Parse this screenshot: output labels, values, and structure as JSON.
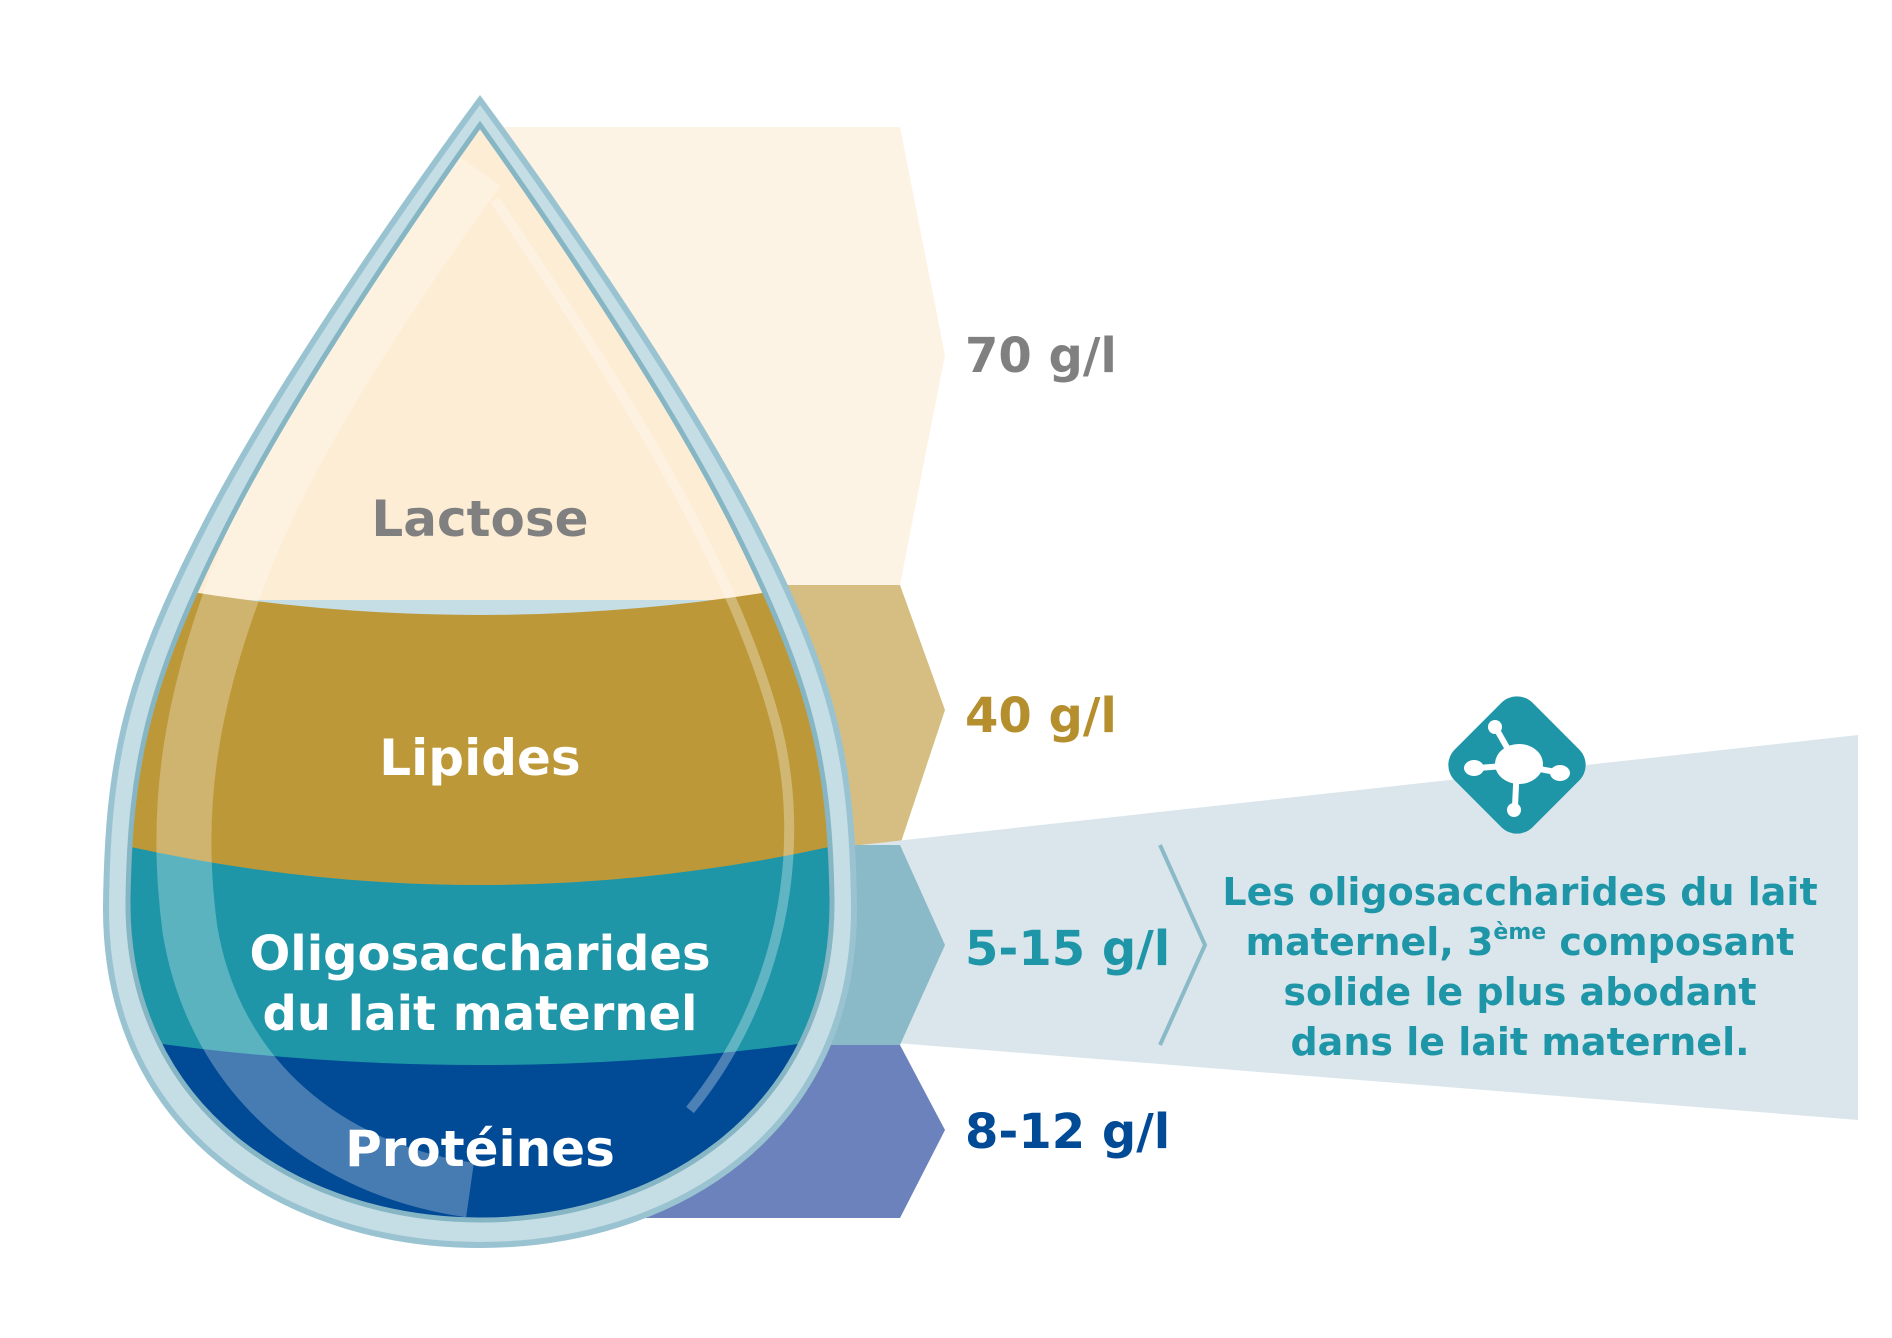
{
  "layers": [
    {
      "key": "lactose",
      "name": "Lactose",
      "value": "70 g/l"
    },
    {
      "key": "lipides",
      "name": "Lipides",
      "value": "40 g/l"
    },
    {
      "key": "hmo",
      "name_line1": "Oligosaccharides",
      "name_line2": "du lait maternel",
      "value": "5-15 g/l"
    },
    {
      "key": "proteines",
      "name": "Protéines",
      "value": "8-12 g/l"
    }
  ],
  "note": {
    "line1": "Les oligosaccharides du lait",
    "line2_pre": "maternel, 3",
    "line2_sup": "ème",
    "line2_post": " composant",
    "line3": "solide le plus abodant",
    "line4": "dans le lait maternel."
  },
  "icon": {
    "name": "molecule-icon"
  },
  "colors": {
    "lactose_fill": "#fdedd4",
    "lactose_arrow": "#fdf3e4",
    "lactose_text": "#808080",
    "lipides_fill": "#bd9838",
    "lipides_arrow": "#d6be82",
    "lipides_value": "#b58f2e",
    "hmo_fill": "#1e96a8",
    "hmo_arrow": "#8ab9c8",
    "hmo_value": "#1e96a8",
    "hmo_panel": "#dae6ec",
    "proteines_fill": "#004a96",
    "proteines_arrow": "#6c82bd",
    "proteines_value": "#004a96",
    "drop_outline": "#96c2cf",
    "label_white": "#ffffff"
  }
}
